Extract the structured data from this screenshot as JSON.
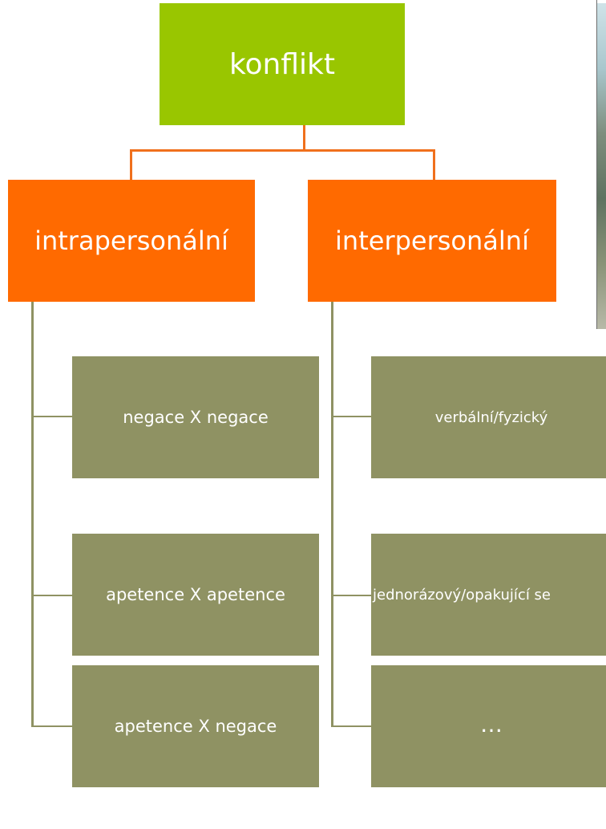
{
  "root": {
    "label": "konflikt"
  },
  "categories": [
    {
      "label": "intrapersonální",
      "items": [
        "negace X negace",
        "apetence X apetence",
        "apetence X negace"
      ]
    },
    {
      "label": "interpersonální",
      "items": [
        "verbální/fyzický",
        "jednorázový/opakující se",
        "…"
      ]
    }
  ],
  "colors": {
    "root": "#99c600",
    "category": "#ff6a00",
    "leaf": "#8f9263",
    "connector_top": "#f0701c",
    "connector_side": "#8f9263"
  }
}
